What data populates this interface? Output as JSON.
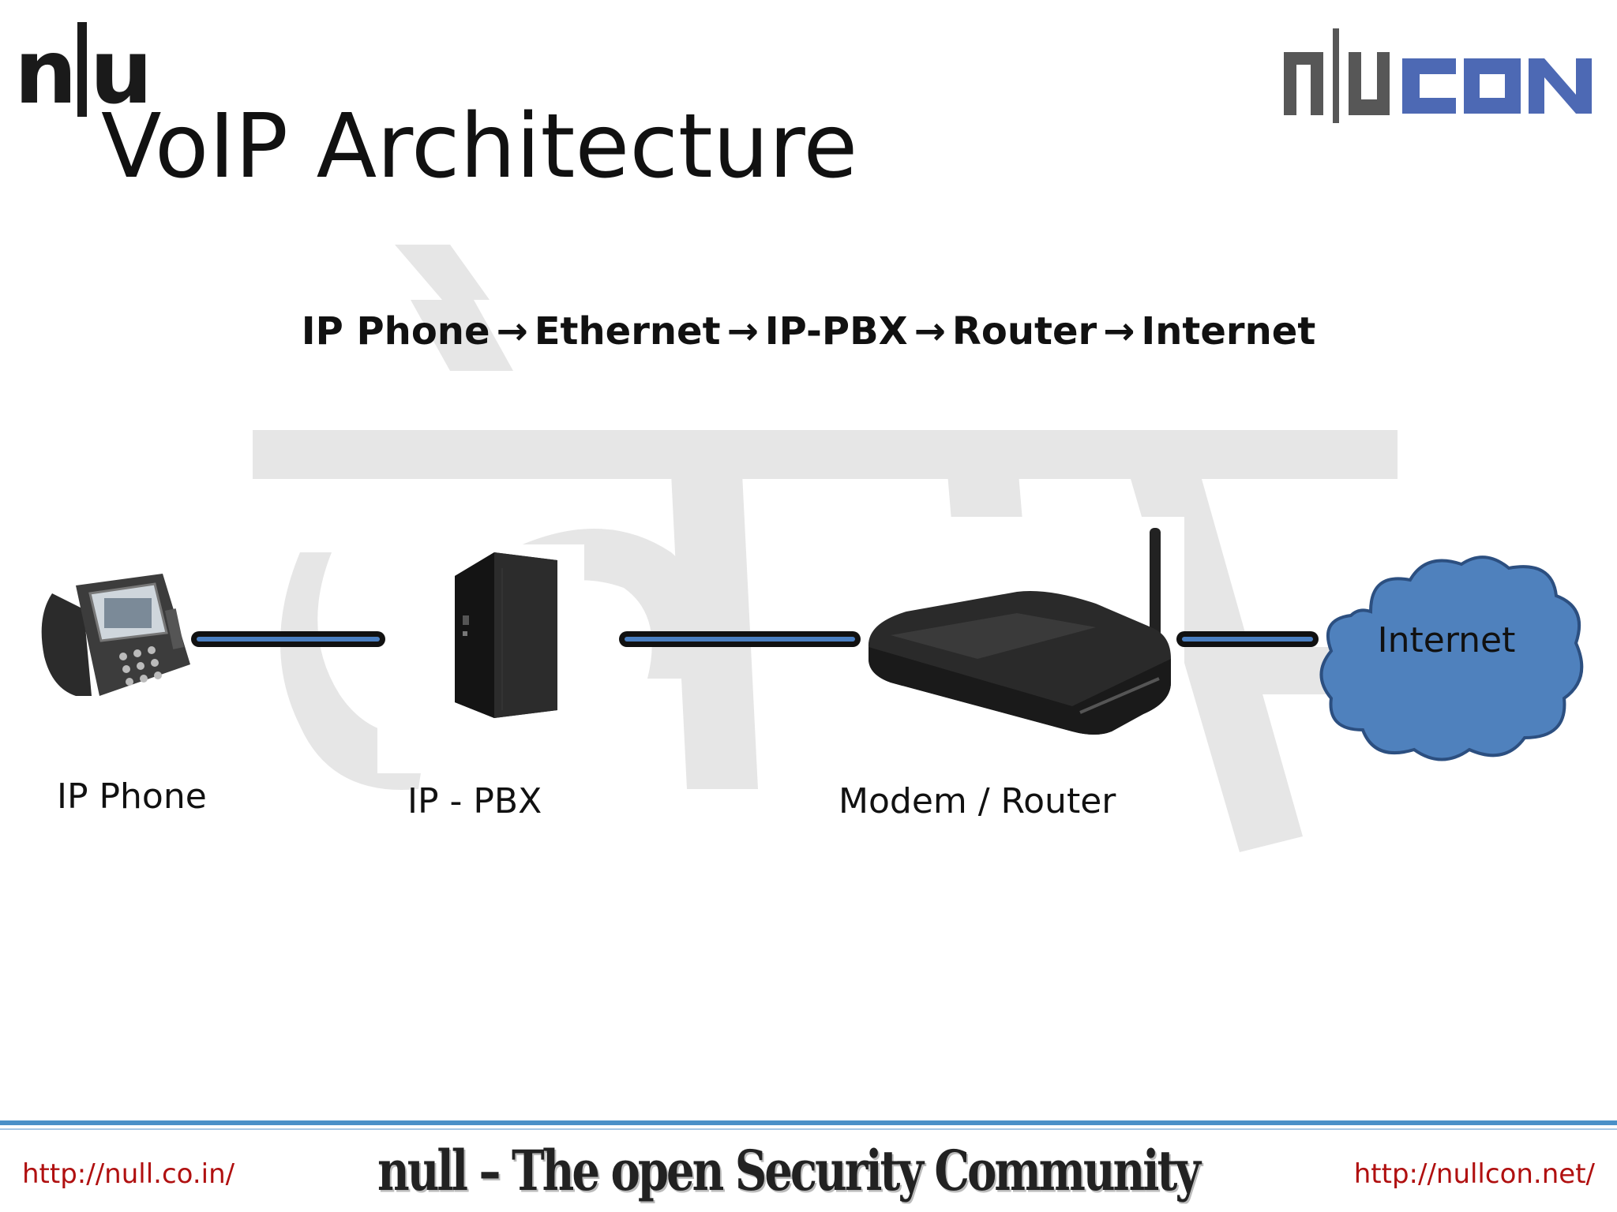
{
  "slide": {
    "logo_text": "nu",
    "brand_logo": "nullcon-logo",
    "title": "VoIP Architecture",
    "flow": [
      "IP Phone",
      "Ethernet",
      "IP-PBX",
      "Router",
      "Internet"
    ],
    "arrow": "→"
  },
  "diagram": {
    "nodes": [
      {
        "label": "IP Phone",
        "icon": "ip-phone-icon"
      },
      {
        "label": "IP - PBX",
        "icon": "server-tower-icon"
      },
      {
        "label": "Modem / Router",
        "icon": "router-icon"
      },
      {
        "label": "Internet",
        "icon": "cloud-icon"
      }
    ],
    "link_color": "#4a7fc1",
    "cloud_color": "#4f81bd"
  },
  "footer": {
    "left_url": "http://null.co.in/",
    "tagline": "null – The open Security Community",
    "right_url": "http://nullcon.net/"
  },
  "colors": {
    "footer_url": "#b01010",
    "footer_rule": "#4a90c8"
  }
}
